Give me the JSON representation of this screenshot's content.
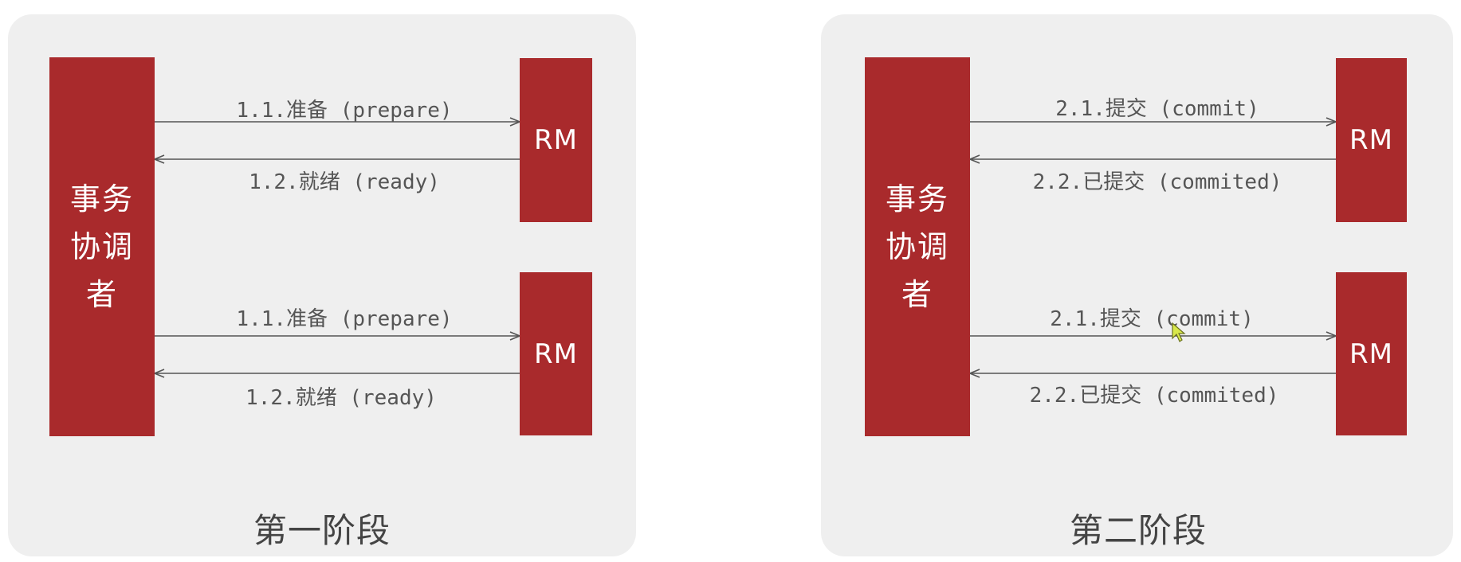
{
  "colors": {
    "box": "#a92a2c",
    "panel": "#efefef",
    "arrow": "#666666"
  },
  "phase1": {
    "coordinator": "事务协调者",
    "rm_top": "RM",
    "rm_bottom": "RM",
    "top_request": "1.1.准备 (prepare)",
    "top_response": "1.2.就绪 (ready)",
    "bottom_request": "1.1.准备 (prepare)",
    "bottom_response": "1.2.就绪 (ready)",
    "title": "第一阶段"
  },
  "phase2": {
    "coordinator": "事务协调者",
    "rm_top": "RM",
    "rm_bottom": "RM",
    "top_request": "2.1.提交 (commit)",
    "top_response": "2.2.已提交 (commited)",
    "bottom_request": "2.1.提交 (commit)",
    "bottom_response": "2.2.已提交 (commited)",
    "title": "第二阶段"
  }
}
